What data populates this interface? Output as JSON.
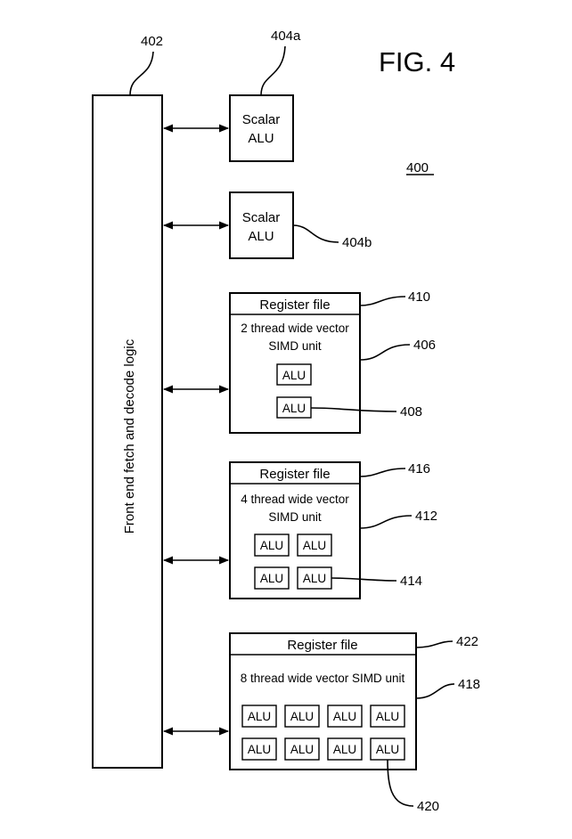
{
  "figure": {
    "title": "FIG. 4",
    "ref": "400"
  },
  "front_end": {
    "label": "Front end fetch and decode logic",
    "ref": "402"
  },
  "scalar_alus": [
    {
      "line1": "Scalar",
      "line2": "ALU",
      "ref": "404a"
    },
    {
      "line1": "Scalar",
      "line2": "ALU",
      "ref": "404b"
    }
  ],
  "simd_units": [
    {
      "register_file": "Register file",
      "register_ref": "410",
      "title_line1": "2 thread wide vector",
      "title_line2": "SIMD unit",
      "unit_ref": "406",
      "alu_ref": "408",
      "alus": [
        "ALU",
        "ALU"
      ]
    },
    {
      "register_file": "Register file",
      "register_ref": "416",
      "title_line1": "4 thread wide vector",
      "title_line2": "SIMD unit",
      "unit_ref": "412",
      "alu_ref": "414",
      "alus": [
        "ALU",
        "ALU",
        "ALU",
        "ALU"
      ]
    },
    {
      "register_file": "Register file",
      "register_ref": "422",
      "title_line1": "8 thread wide vector SIMD unit",
      "unit_ref": "418",
      "alu_ref": "420",
      "alus": [
        "ALU",
        "ALU",
        "ALU",
        "ALU",
        "ALU",
        "ALU",
        "ALU",
        "ALU"
      ]
    }
  ]
}
